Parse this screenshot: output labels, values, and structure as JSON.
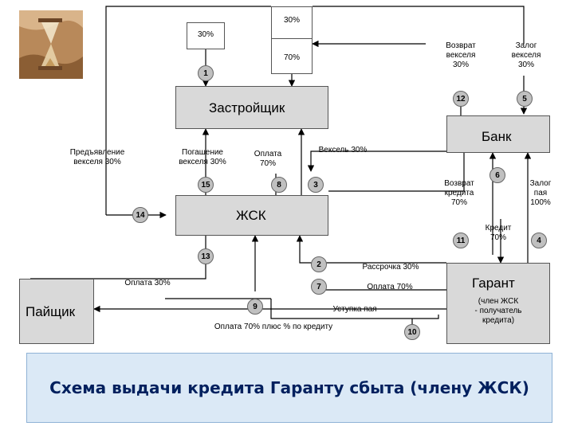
{
  "boxes": {
    "developer": "Застройщик",
    "bank": "Банк",
    "zhsk": "ЖСК",
    "shareholder": "Пайщик",
    "guarantor": "Гарант"
  },
  "percent_boxes": {
    "left_top": "30%",
    "right_top": "30%",
    "right_bottom": "70%"
  },
  "labels": {
    "return_bill": "Возврат\nвекселя\n30%",
    "pledge_bill": "Залог\nвекселя\n30%",
    "presentation_bill": "Предъявление\nвекселя 30%",
    "redemption_bill": "Погашение\nвекселя 30%",
    "payment_70": "Оплата\n70%",
    "bill_30": "Вексель 30%",
    "return_credit": "Возврат\nкредита\n70%",
    "pledge_share": "Залог\nпая\n100%",
    "credit_70": "Кредит\n70%",
    "installment_30": "Рассрочка 30%",
    "payment_30": "Оплата 30%",
    "payment_70b": "Оплата 70%",
    "share_assignment": "Уступка пая",
    "payment_70_plus": "Оплата 70% плюс % по кредиту",
    "guarantor_sub": "(член ЖСК\n- получатель\nкредита)"
  },
  "badges": [
    "1",
    "12",
    "5",
    "6",
    "15",
    "8",
    "3",
    "14",
    "11",
    "4",
    "13",
    "2",
    "7",
    "9",
    "10"
  ],
  "caption": "Схема выдачи кредита Гаранту сбыта (члену ЖСК)",
  "colors": {
    "box_fill": "#d9d9d9",
    "caption_fill": "#dbe9f6",
    "caption_text": "#00205e"
  }
}
